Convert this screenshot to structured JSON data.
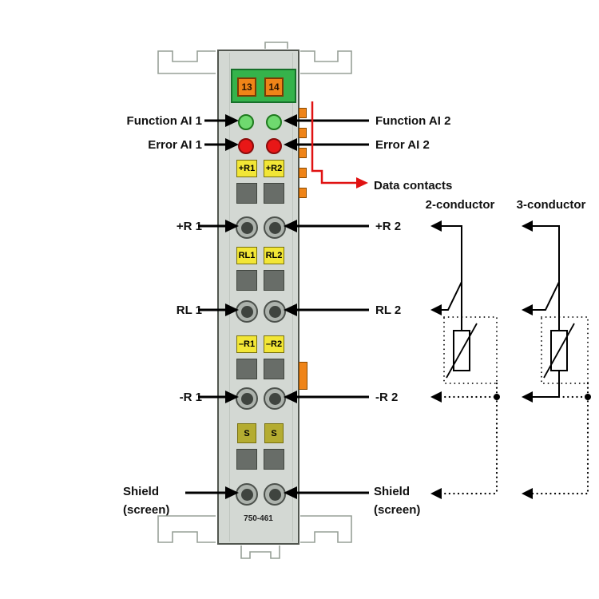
{
  "module": {
    "model_label": "750-461",
    "power_contact_labels": [
      "13",
      "14"
    ],
    "plate_rows": [
      {
        "left": "+R1",
        "right": "+R2"
      },
      {
        "left": "RL1",
        "right": "RL2"
      },
      {
        "left": "–R1",
        "right": "–R2"
      },
      {
        "left": "S",
        "right": "S"
      }
    ]
  },
  "left_labels": {
    "function": "Function AI 1",
    "error": "Error AI 1",
    "plus_r": "+R 1",
    "rl": "RL 1",
    "minus_r": "-R 1",
    "shield_line1": "Shield",
    "shield_line2": "(screen)"
  },
  "right_labels": {
    "function": "Function AI 2",
    "error": "Error AI 2",
    "data_contacts": "Data contacts",
    "plus_r": "+R 2",
    "rl": "RL 2",
    "minus_r": "-R 2",
    "shield_line1": "Shield",
    "shield_line2": "(screen)"
  },
  "wiring_labels": {
    "two_conductor": "2-conductor",
    "three_conductor": "3-conductor"
  },
  "colors": {
    "led_green": "#6fd96f",
    "led_red": "#e81717",
    "plate_yellow": "#f2e636",
    "plate_olive": "#b4ac31",
    "contact_orange": "#ef8418",
    "connector_green": "#35b34b",
    "module_gray": "#d3d8d3",
    "terminal_gray": "#686d68",
    "data_line_red": "#e01212"
  }
}
